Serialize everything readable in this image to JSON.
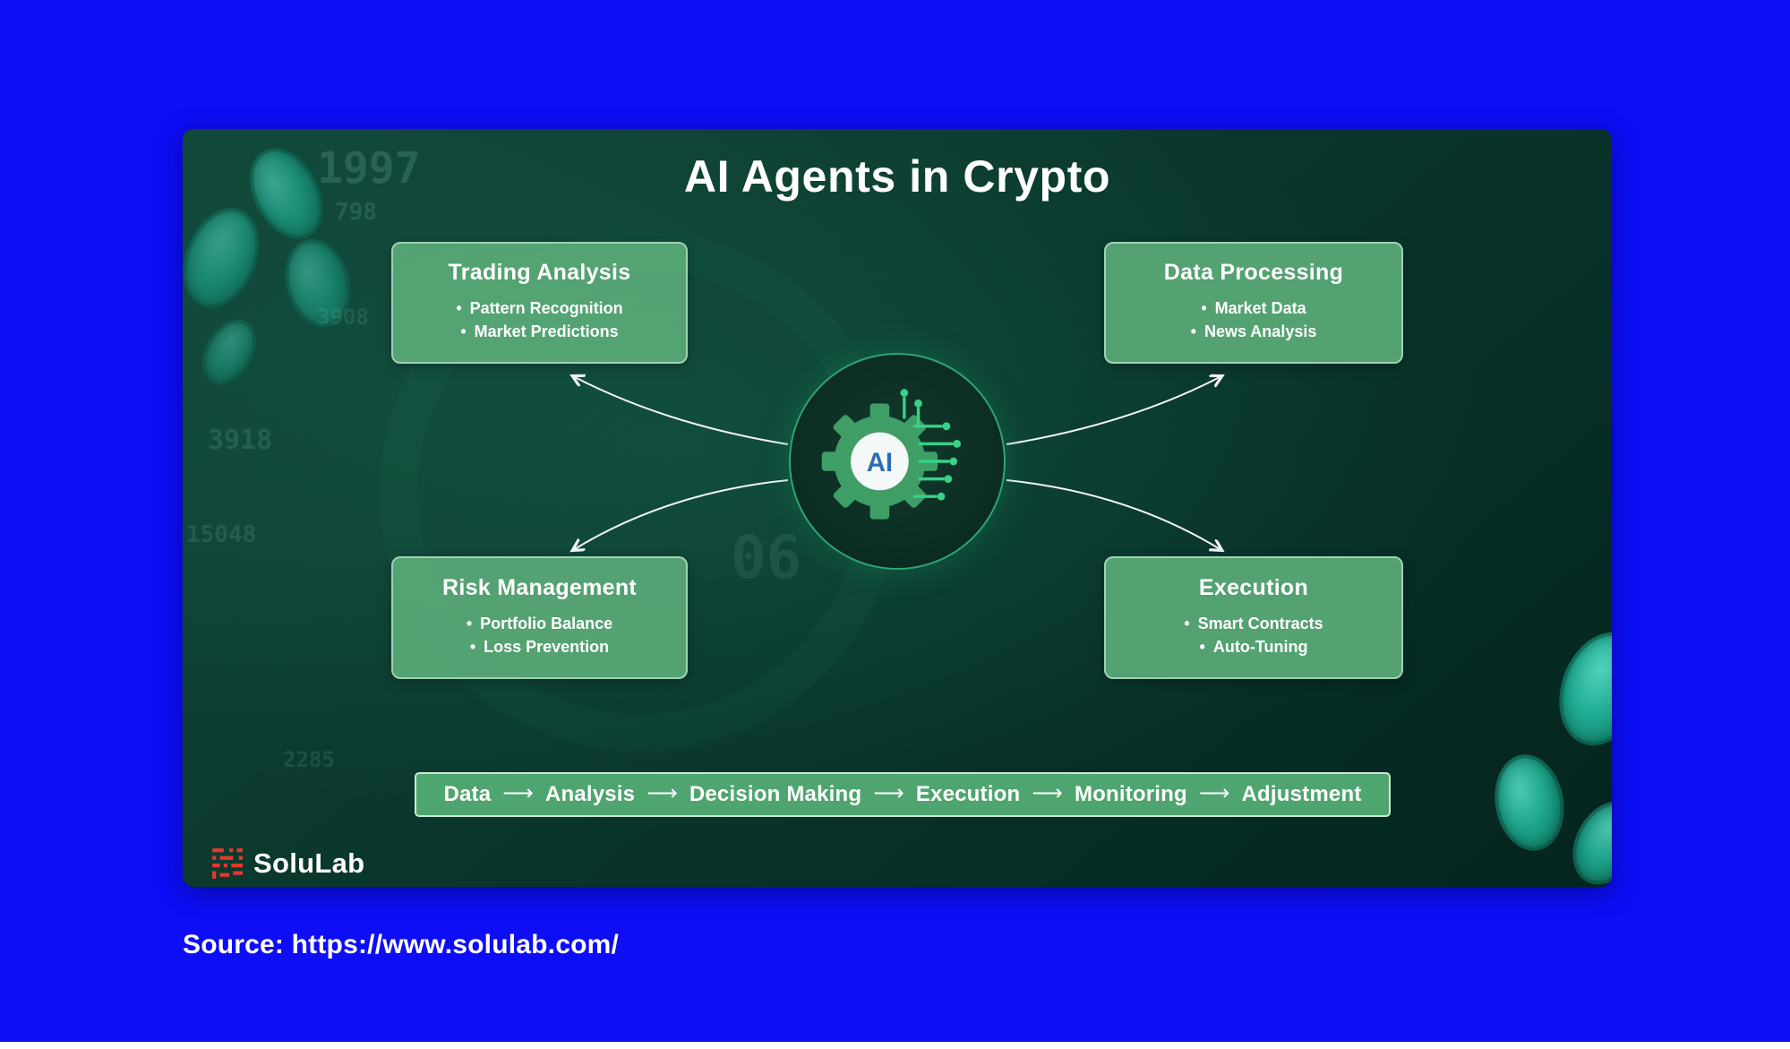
{
  "panel": {
    "title": "AI Agents in Crypto",
    "center": {
      "label": "AI"
    },
    "boxes": [
      {
        "title": "Trading Analysis",
        "bullets": [
          "Pattern Recognition",
          "Market Predictions"
        ]
      },
      {
        "title": "Data Processing",
        "bullets": [
          "Market Data",
          "News Analysis"
        ]
      },
      {
        "title": "Risk Management",
        "bullets": [
          "Portfolio Balance",
          "Loss Prevention"
        ]
      },
      {
        "title": "Execution",
        "bullets": [
          "Smart Contracts",
          "Auto-Tuning"
        ]
      }
    ],
    "flow": {
      "steps": [
        "Data",
        "Analysis",
        "Decision Making",
        "Execution",
        "Monitoring",
        "Adjustment"
      ],
      "arrow_char": "⟶"
    },
    "brand": {
      "name": "SoluLab"
    }
  },
  "background": {
    "numbers": [
      "1997",
      "798",
      "3908",
      "3918",
      "15048",
      "2285",
      "06"
    ]
  },
  "source": {
    "label": "Source:",
    "url": "https://www.solulab.com/"
  },
  "colors": {
    "page_bg": "#0d0df6",
    "panel_green_dark": "#0a3529",
    "box_green": "#58a876",
    "accent_green": "#37d189",
    "brand_red": "#e03a2f",
    "ai_blue": "#2c6cb6",
    "white": "#ffffff"
  }
}
